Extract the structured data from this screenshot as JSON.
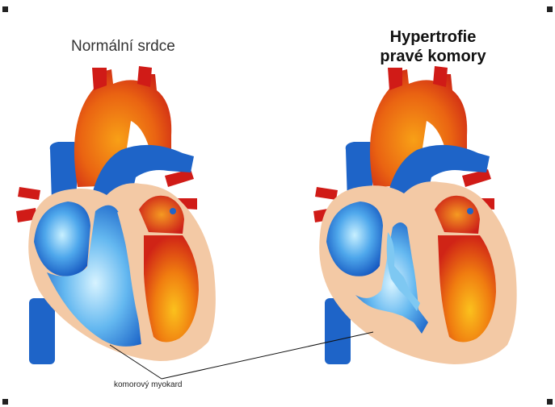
{
  "labels": {
    "normal_heart": "Normální srdce",
    "hypertrophy_line1": "Hypertrofie",
    "hypertrophy_line2": "pravé komory",
    "myocardium": "komorový myokard"
  },
  "colors": {
    "aorta_red": "#d01b17",
    "aorta_orange": "#f07d10",
    "vessel_blue": "#1e64c8",
    "chamber_light": "#bfe8ff",
    "myocardium": "#f3c9a5",
    "background": "#ffffff"
  }
}
